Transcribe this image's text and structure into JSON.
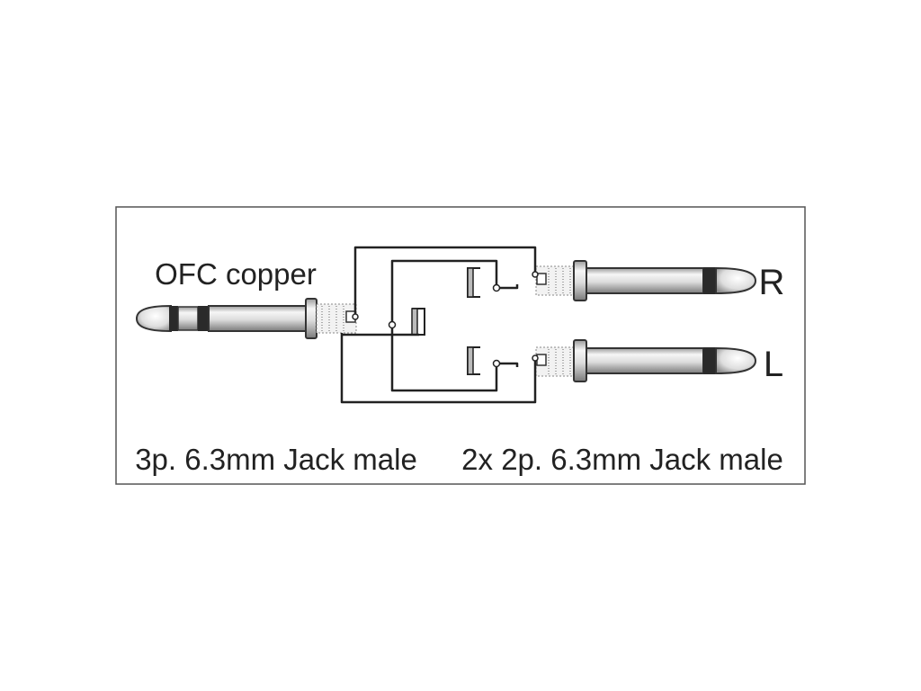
{
  "labels": {
    "cable_type": "OFC copper",
    "left_connector": "3p. 6.3mm Jack male",
    "right_connector": "2x 2p. 6.3mm Jack male",
    "channel_r": "R",
    "channel_l": "L"
  },
  "colors": {
    "frame": "#555555",
    "wire": "#222222",
    "metal_light": "#f4f4f4",
    "metal_mid": "#c8c8c8",
    "metal_dark": "#333333"
  }
}
